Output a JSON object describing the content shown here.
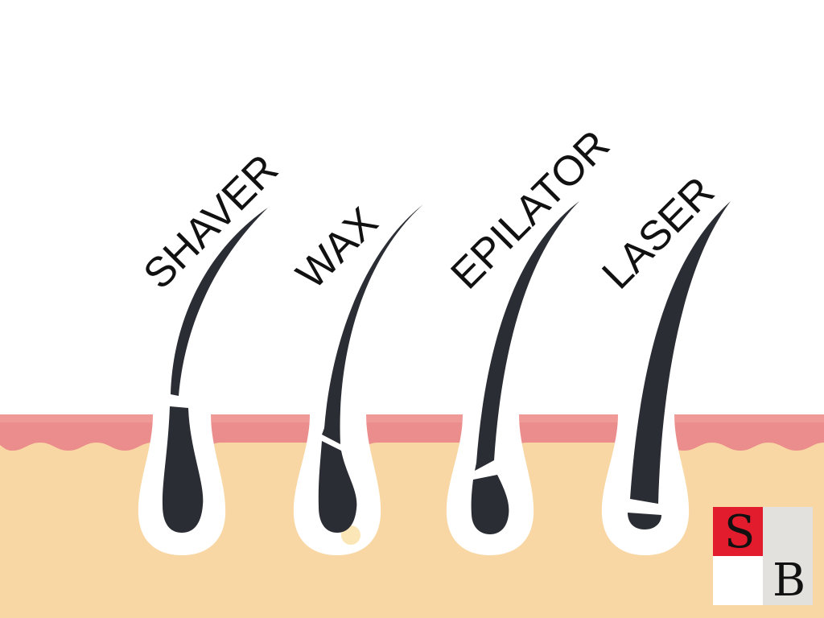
{
  "labels": [
    "SHAVER",
    "WAX",
    "EPILATOR",
    "LASER"
  ],
  "logo": {
    "letters": [
      "S",
      "B"
    ]
  },
  "colors": {
    "skin": "#f9d7a4",
    "epidermis": "#eb8d8c",
    "hair": "#2a2d33",
    "follicle": "#ffffff",
    "logo_red": "#e21b2d",
    "logo_grey": "#e3e1dd"
  }
}
